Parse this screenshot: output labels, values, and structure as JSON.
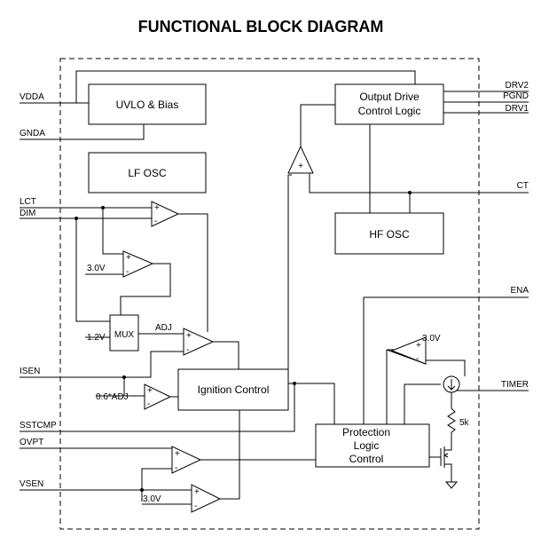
{
  "title": "FUNCTIONAL BLOCK DIAGRAM",
  "blocks": {
    "uvlo": "UVLO & Bias",
    "output_drive_1": "Output Drive",
    "output_drive_2": "Control Logic",
    "lf_osc": "LF OSC",
    "hf_osc": "HF OSC",
    "mux": "MUX",
    "ignition": "Ignition Control",
    "protection_1": "Protection",
    "protection_2": "Logic",
    "protection_3": "Control"
  },
  "pins_left": {
    "vdda": "VDDA",
    "gnda": "GNDA",
    "lct": "LCT",
    "dim": "DIM",
    "isen": "ISEN",
    "sstcmp": "SSTCMP",
    "ovpt": "OVPT",
    "vsen": "VSEN"
  },
  "pins_right": {
    "drv2": "DRV2",
    "pgnd": "PGND",
    "drv1": "DRV1",
    "ct": "CT",
    "ena": "ENA",
    "timer": "TIMER"
  },
  "refs": {
    "v30_a": "3.0V",
    "v12": "1.2V",
    "adj_a": "ADJ",
    "adj_b": "0.6*ADJ",
    "v30_b": "3.0V",
    "v30_c": "3.0V",
    "r5k": "5k"
  }
}
